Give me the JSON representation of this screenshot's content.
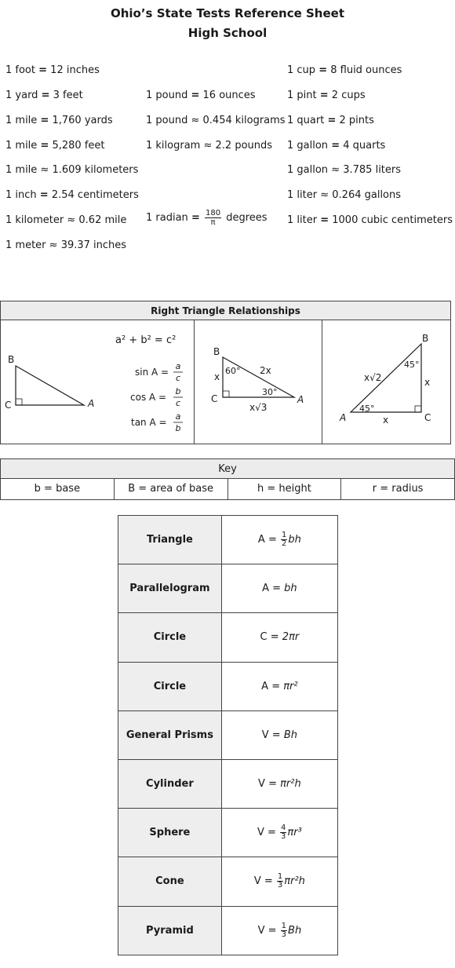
{
  "title": {
    "line1": "Ohio’s State Tests Reference Sheet",
    "line2": "High School"
  },
  "conversions": {
    "length": [
      {
        "lhs": "1 foot",
        "op": "=",
        "rhs": "12 inches"
      },
      {
        "lhs": "1 yard",
        "op": "=",
        "rhs": "3 feet"
      },
      {
        "lhs": "1 mile",
        "op": "=",
        "rhs": "1,760 yards"
      },
      {
        "lhs": "1 mile",
        "op": "=",
        "rhs": "5,280 feet"
      },
      {
        "lhs": "1 mile",
        "op": "≈",
        "rhs": "1.609 kilometers"
      },
      {
        "lhs": "1 inch",
        "op": "=",
        "rhs": "2.54 centimeters"
      },
      {
        "lhs": "1 kilometer",
        "op": "≈",
        "rhs": "0.62 mile"
      },
      {
        "lhs": "1 meter",
        "op": "≈",
        "rhs": "39.37 inches"
      }
    ],
    "weight": [
      {
        "lhs": "1 pound",
        "op": "=",
        "rhs": "16 ounces"
      },
      {
        "lhs": "1 pound",
        "op": "≈",
        "rhs": "0.454 kilograms"
      },
      {
        "lhs": "1 kilogram",
        "op": "≈",
        "rhs": "2.2 pounds"
      }
    ],
    "radian": {
      "lhs": "1 radian",
      "op": "=",
      "num": "180",
      "den": "π",
      "rhs": "degrees"
    },
    "volume": [
      {
        "lhs": "1 cup",
        "op": "=",
        "rhs": "8 fluid ounces"
      },
      {
        "lhs": "1 pint",
        "op": "=",
        "rhs": "2 cups"
      },
      {
        "lhs": "1 quart",
        "op": "=",
        "rhs": "2 pints"
      },
      {
        "lhs": "1 gallon",
        "op": "=",
        "rhs": "4 quarts"
      },
      {
        "lhs": "1 gallon",
        "op": "≈",
        "rhs": "3.785 liters"
      },
      {
        "lhs": "1 liter",
        "op": "≈",
        "rhs": "0.264 gallons"
      },
      {
        "lhs": "1 liter",
        "op": "=",
        "rhs": "1000 cubic centimeters"
      }
    ]
  },
  "right_triangle": {
    "header": "Right Triangle Relationships",
    "pythagorean": "a² + b² = c²",
    "sin": {
      "label": "sin A =",
      "num": "a",
      "den": "c"
    },
    "cos": {
      "label": "cos A =",
      "num": "b",
      "den": "c"
    },
    "tan": {
      "label": "tan A =",
      "num": "a",
      "den": "b"
    },
    "tri1": {
      "B": "B",
      "C": "C",
      "A": "A"
    },
    "tri2": {
      "B": "B",
      "C": "C",
      "A": "A",
      "angle_b": "60°",
      "angle_a": "30°",
      "hyp": "2x",
      "leg_short": "x",
      "leg_long": "x√3"
    },
    "tri3": {
      "B": "B",
      "C": "C",
      "A": "A",
      "angle_b": "45°",
      "angle_a": "45°",
      "hyp": "x√2",
      "leg_v": "x",
      "leg_h": "x"
    }
  },
  "key": {
    "header": "Key",
    "items": [
      "b = base",
      "B = area of base",
      "h = height",
      "r = radius"
    ]
  },
  "formulas": [
    {
      "name": "Triangle",
      "lhs": "A =",
      "frac": [
        "1",
        "2"
      ],
      "rest": "bh"
    },
    {
      "name": "Parallelogram",
      "lhs": "A =",
      "rest": "bh"
    },
    {
      "name": "Circle",
      "lhs": "C =",
      "rest": "2πr"
    },
    {
      "name": "Circle",
      "lhs": "A =",
      "rest": "πr²"
    },
    {
      "name": "General Prisms",
      "lhs": "V =",
      "rest": "Bh"
    },
    {
      "name": "Cylinder",
      "lhs": "V =",
      "rest": "πr²h"
    },
    {
      "name": "Sphere",
      "lhs": "V =",
      "frac": [
        "4",
        "3"
      ],
      "rest": "πr³"
    },
    {
      "name": "Cone",
      "lhs": "V =",
      "frac": [
        "1",
        "3"
      ],
      "rest": "πr²h"
    },
    {
      "name": "Pyramid",
      "lhs": "V =",
      "frac": [
        "1",
        "3"
      ],
      "rest": "Bh"
    }
  ]
}
